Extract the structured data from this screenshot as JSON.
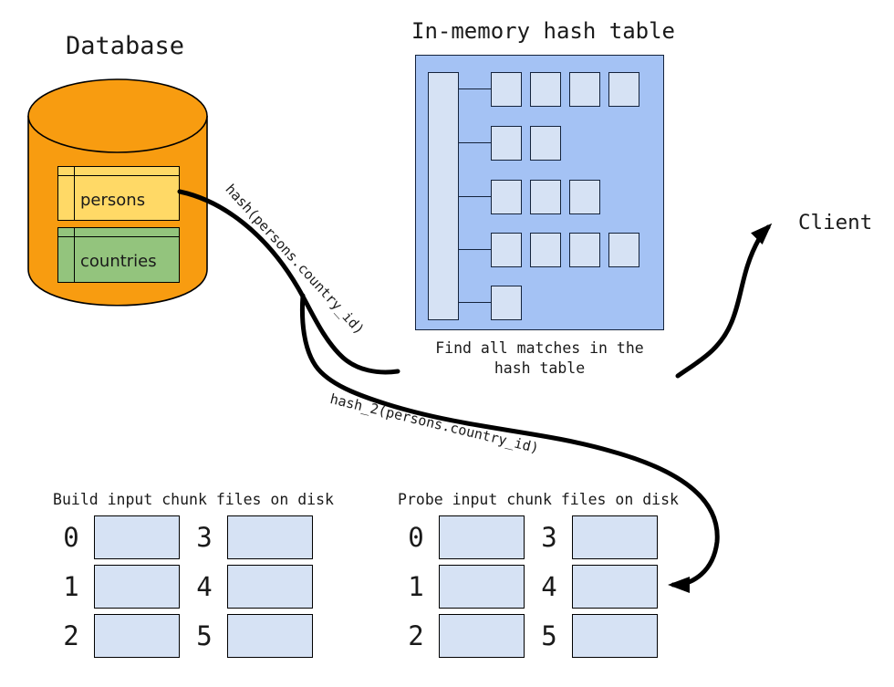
{
  "colors": {
    "cylinder_fill": "#F89C10",
    "persons_fill": "#FFD966",
    "countries_fill": "#93C47D",
    "hash_table_fill": "#A4C2F4",
    "cell_fill": "#D6E2F4",
    "stroke": "#000000"
  },
  "database": {
    "title": "Database",
    "tables": [
      {
        "name": "persons"
      },
      {
        "name": "countries"
      }
    ]
  },
  "hash_table": {
    "title": "In-memory hash table",
    "bucket_rows": [
      4,
      2,
      3,
      4,
      1
    ],
    "caption_line1": "Find all matches in the",
    "caption_line2": "hash table"
  },
  "client": {
    "label": "Client"
  },
  "arrows": {
    "build_label": "hash(persons.country_id)",
    "probe_label": "hash_2(persons.country_id)"
  },
  "disk": {
    "build": {
      "title": "Build input chunk files on disk",
      "chunk_labels": [
        "0",
        "1",
        "2",
        "3",
        "4",
        "5"
      ]
    },
    "probe": {
      "title": "Probe input chunk files on disk",
      "chunk_labels": [
        "0",
        "1",
        "2",
        "3",
        "4",
        "5"
      ]
    }
  }
}
